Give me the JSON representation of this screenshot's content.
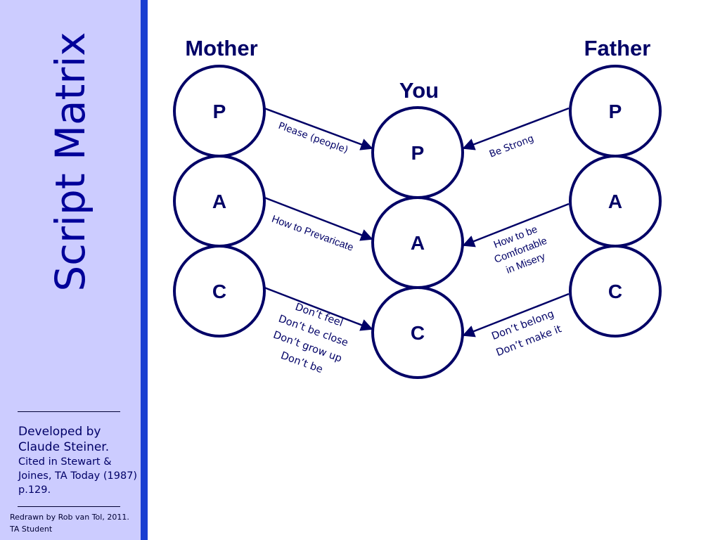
{
  "sidebar": {
    "title": "Script Matrix",
    "credit_line1": "Developed by",
    "credit_line2": "Claude Steiner.",
    "credit_line3": "Cited in Stewart & Joines, TA Today (1987) p.129.",
    "redrawn": "Redrawn by Rob van Tol, 2011. TA Student"
  },
  "diagram": {
    "mother_label": "Mother",
    "father_label": "Father",
    "you_label": "You",
    "ego_states": {
      "parent": "P",
      "adult": "A",
      "child": "C"
    },
    "messages": {
      "mother_parent": "Please (people)",
      "mother_adult": "How to Prevaricate",
      "mother_child": [
        "Don’t feel",
        "Don’t be close",
        "Don’t grow up",
        "Don’t be"
      ],
      "father_parent": "Be Strong",
      "father_adult": [
        "How to be",
        "Comfortable",
        "in Misery"
      ],
      "father_child": [
        "Don’t belong",
        "Don’t make it"
      ]
    }
  },
  "colors": {
    "ink": "#000066",
    "sidebar": "#ccccff",
    "stripe": "#1a3fd1",
    "title": "#000099"
  }
}
